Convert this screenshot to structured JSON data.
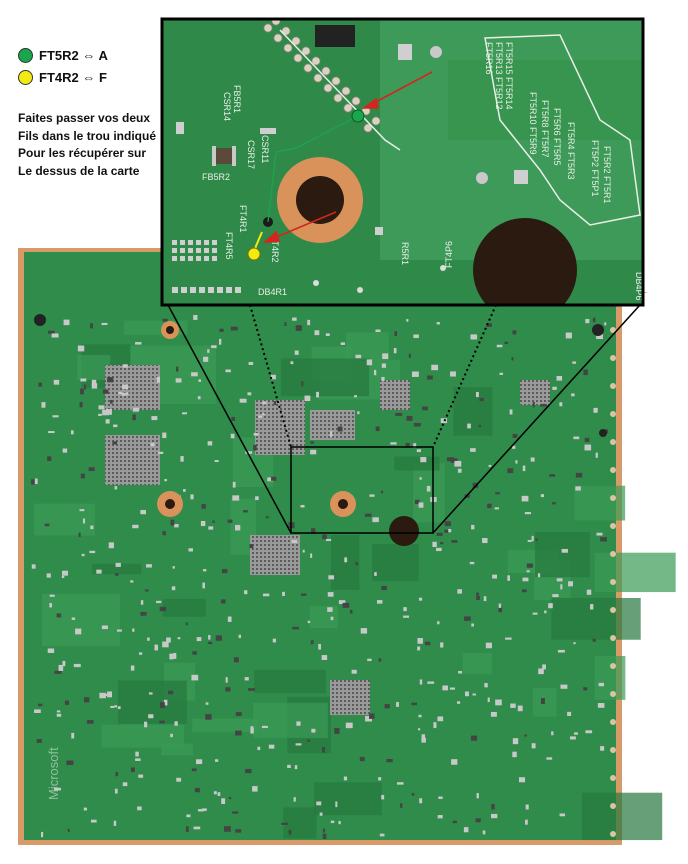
{
  "legend": [
    {
      "label": "FT5R2 ⇔ A",
      "color": "#1aa64a"
    },
    {
      "label": "FT4R2 ⇔ F",
      "color": "#f2ea12"
    }
  ],
  "instructions": [
    "Faites passer vos deux",
    "Fils dans le trou indiqué",
    "Pour les récupérer sur",
    "Le dessus de la carte"
  ],
  "board_labels": {
    "csr14": "CSR14",
    "fb5r1": "FB5R1",
    "fb5r2": "FB5R2",
    "csr17": "CSR17",
    "csr11": "CSR11",
    "ft4r2": "FT4R2",
    "ft4r1": "FT4R1",
    "ft4r5": "FT4R5",
    "ft4p6": "FT4P6",
    "r5r1": "R5R1",
    "db4r1": "DB4R1",
    "db4p6": "DB4P6",
    "ft5r13": "FT5R13 FT5R12",
    "ft5r15": "FT5R15 FT5R14",
    "ft5r16": "FT5R16",
    "ft5r10": "FT5R10 FT5R9",
    "ft5r8": "FT5R8 FT5R7",
    "ft5r6": "FT5R6 FT5R5",
    "ft5r4": "FT5R4 FT5R3",
    "ft5p2": "FT5P2 FT5P1",
    "ft5r2": "FT5R2 FT5R1",
    "microsoft": "Microsoft"
  },
  "colors": {
    "board": "#2e8a4a",
    "board_dark": "#1f6b36",
    "trace": "#3fa75e",
    "pad": "#d9c6a0",
    "copper_ring": "#d9925a",
    "hole": "#2a1a10",
    "arrow": "#d2261e",
    "callout_border": "#000000",
    "silk": "#e8efe6"
  }
}
